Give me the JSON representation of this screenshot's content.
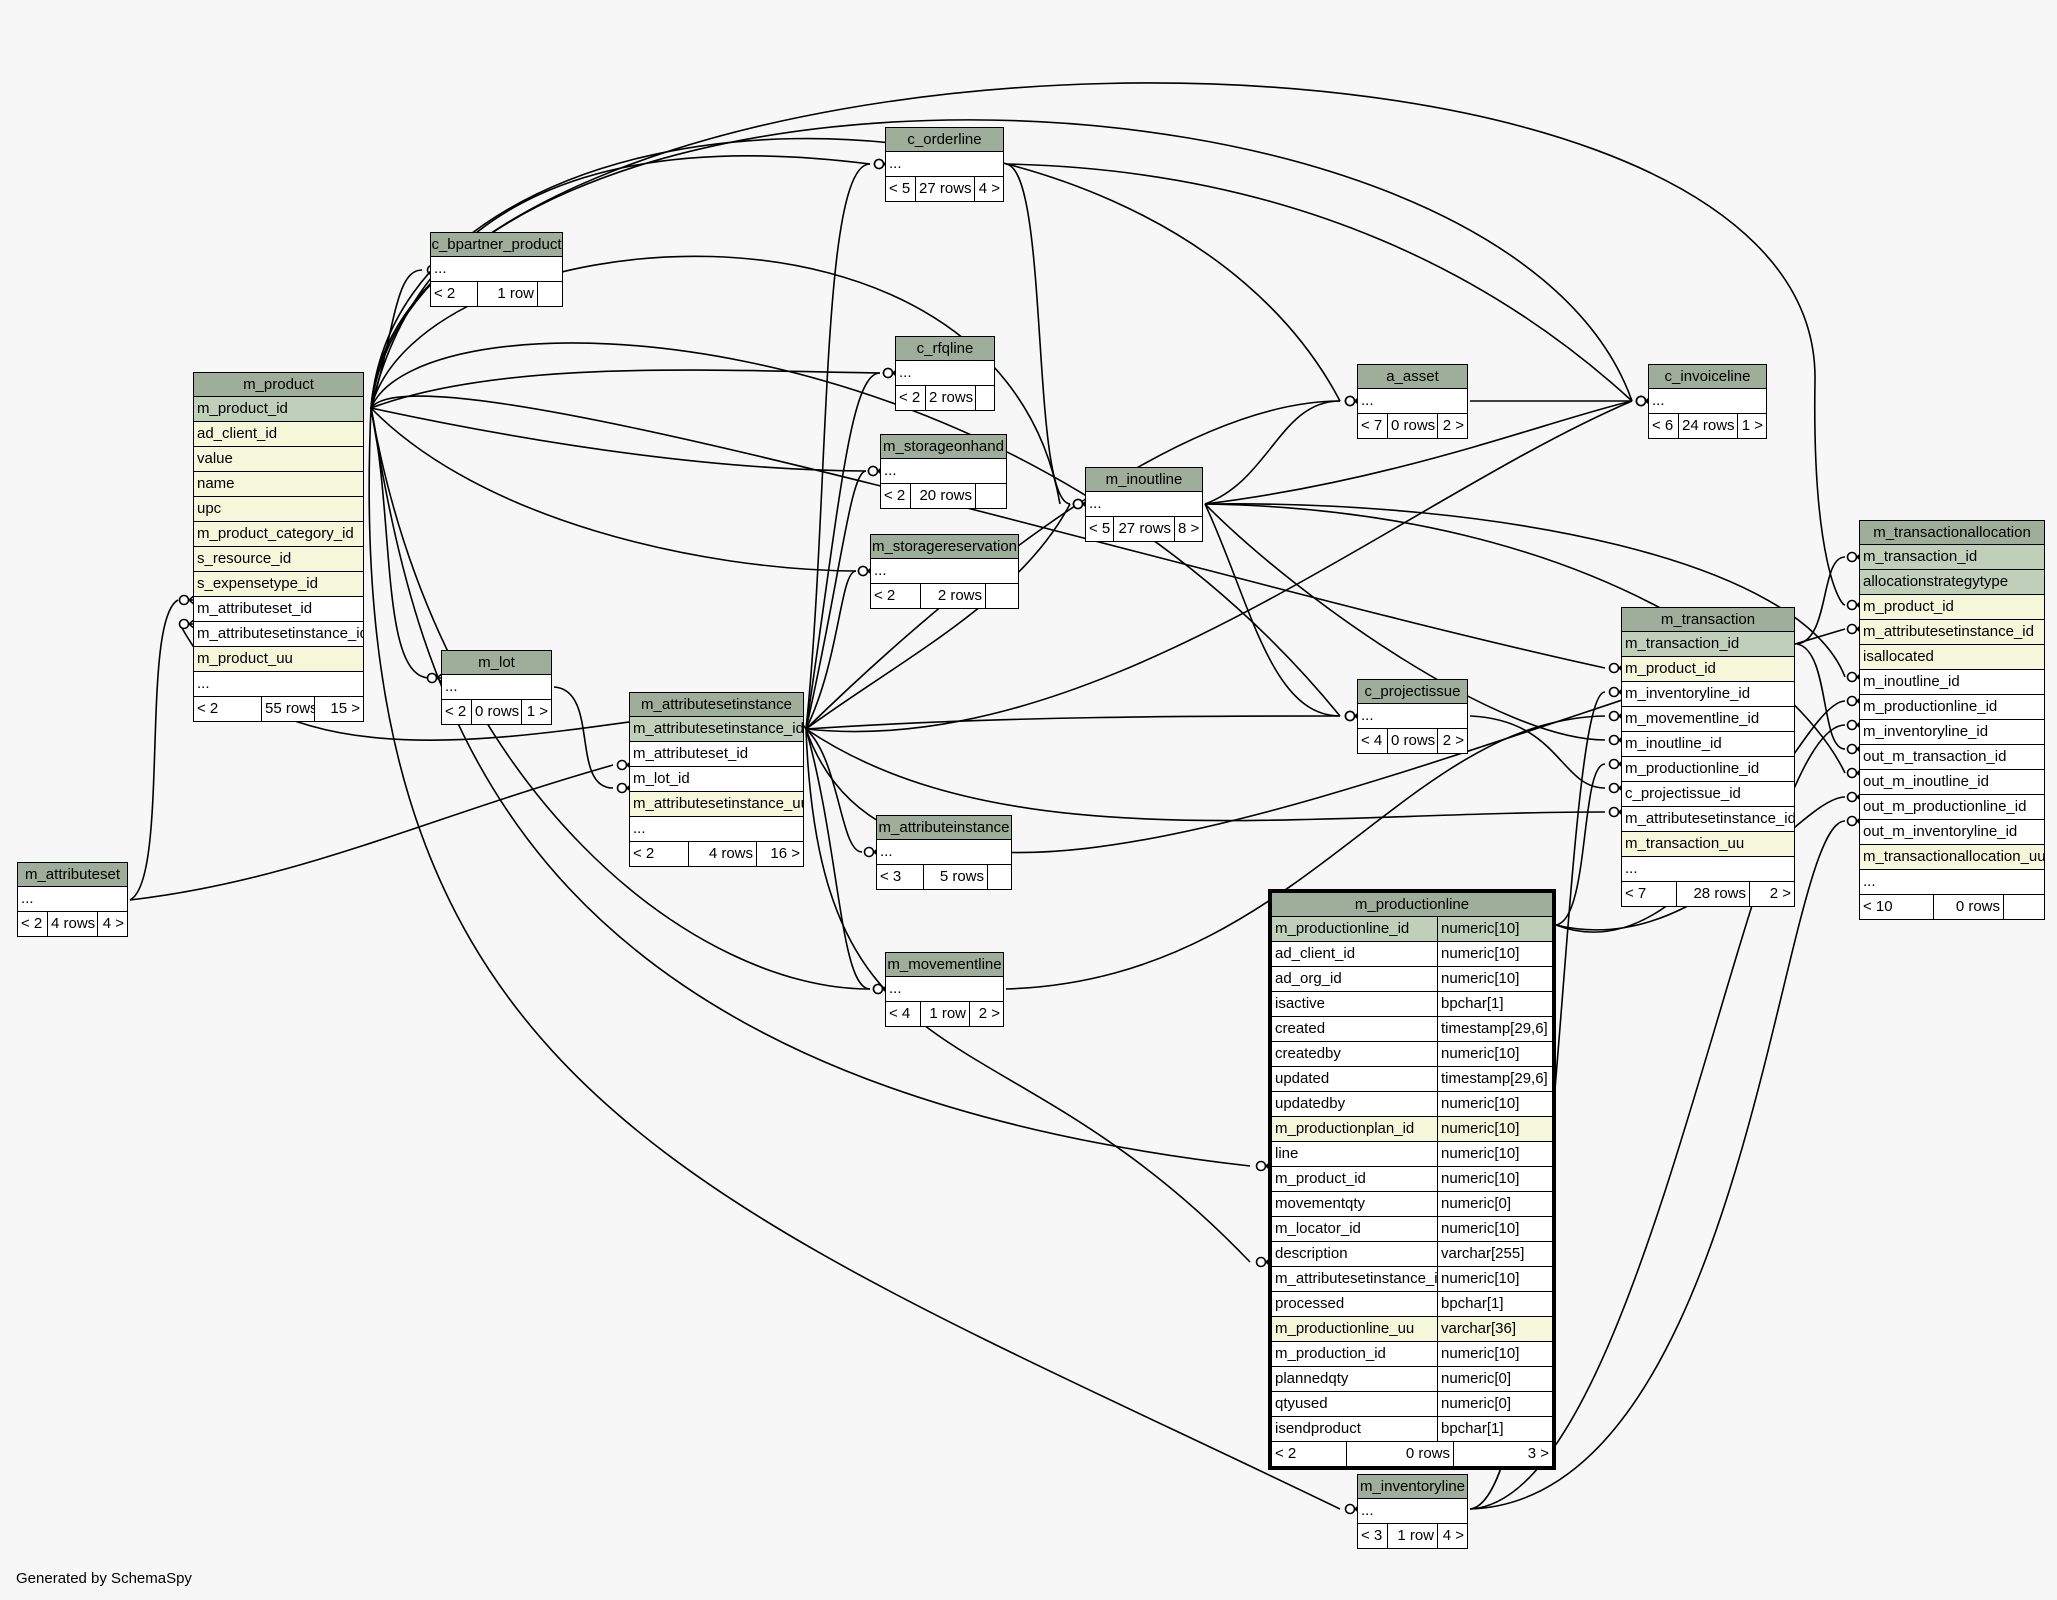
{
  "credit": "Generated by SchemaSpy",
  "tables": {
    "m_product": {
      "name": "m_product",
      "rows": [
        {
          "label": "m_product_id",
          "kind": "pk"
        },
        {
          "label": "ad_client_id",
          "kind": "idx"
        },
        {
          "label": "value",
          "kind": "idx"
        },
        {
          "label": "name",
          "kind": "idx"
        },
        {
          "label": "upc",
          "kind": "idx"
        },
        {
          "label": "m_product_category_id",
          "kind": "idx"
        },
        {
          "label": "s_resource_id",
          "kind": "idx"
        },
        {
          "label": "s_expensetype_id",
          "kind": "idx"
        },
        {
          "label": "m_attributeset_id",
          "kind": ""
        },
        {
          "label": "m_attributesetinstance_id",
          "kind": ""
        },
        {
          "label": "m_product_uu",
          "kind": "idx"
        },
        {
          "label": "...",
          "kind": ""
        }
      ],
      "footer": {
        "left": "< 2",
        "mid": "55 rows",
        "right": "15 >"
      }
    },
    "m_attributeset": {
      "name": "m_attributeset",
      "rows": [
        {
          "label": "...",
          "kind": ""
        }
      ],
      "footer": {
        "left": "< 2",
        "mid": "4 rows",
        "right": "4 >"
      }
    },
    "c_bpartner_product": {
      "name": "c_bpartner_product",
      "rows": [
        {
          "label": "...",
          "kind": ""
        }
      ],
      "footer": {
        "left": "< 2",
        "mid": "1 row",
        "right": ""
      }
    },
    "m_lot": {
      "name": "m_lot",
      "rows": [
        {
          "label": "...",
          "kind": ""
        }
      ],
      "footer": {
        "left": "< 2",
        "mid": "0 rows",
        "right": "1 >"
      }
    },
    "m_attributesetinstance": {
      "name": "m_attributesetinstance",
      "rows": [
        {
          "label": "m_attributesetinstance_id",
          "kind": "pk"
        },
        {
          "label": "m_attributeset_id",
          "kind": ""
        },
        {
          "label": "m_lot_id",
          "kind": ""
        },
        {
          "label": "m_attributesetinstance_uu",
          "kind": "idx"
        },
        {
          "label": "...",
          "kind": ""
        }
      ],
      "footer": {
        "left": "< 2",
        "mid": "4 rows",
        "right": "16 >"
      }
    },
    "c_orderline": {
      "name": "c_orderline",
      "rows": [
        {
          "label": "...",
          "kind": ""
        }
      ],
      "footer": {
        "left": "< 5",
        "mid": "27 rows",
        "right": "4 >"
      }
    },
    "c_rfqline": {
      "name": "c_rfqline",
      "rows": [
        {
          "label": "...",
          "kind": ""
        }
      ],
      "footer": {
        "left": "< 2",
        "mid": "2 rows",
        "right": ""
      }
    },
    "m_storageonhand": {
      "name": "m_storageonhand",
      "rows": [
        {
          "label": "...",
          "kind": ""
        }
      ],
      "footer": {
        "left": "< 2",
        "mid": "20 rows",
        "right": ""
      }
    },
    "m_storagereservation": {
      "name": "m_storagereservation",
      "rows": [
        {
          "label": "...",
          "kind": ""
        }
      ],
      "footer": {
        "left": "< 2",
        "mid": "2 rows",
        "right": ""
      }
    },
    "m_attributeinstance": {
      "name": "m_attributeinstance",
      "rows": [
        {
          "label": "...",
          "kind": ""
        }
      ],
      "footer": {
        "left": "< 3",
        "mid": "5 rows",
        "right": ""
      }
    },
    "m_movementline": {
      "name": "m_movementline",
      "rows": [
        {
          "label": "...",
          "kind": ""
        }
      ],
      "footer": {
        "left": "< 4",
        "mid": "1 row",
        "right": "2 >"
      }
    },
    "m_inoutline": {
      "name": "m_inoutline",
      "rows": [
        {
          "label": "...",
          "kind": ""
        }
      ],
      "footer": {
        "left": "< 5",
        "mid": "27 rows",
        "right": "8 >"
      }
    },
    "a_asset": {
      "name": "a_asset",
      "rows": [
        {
          "label": "...",
          "kind": ""
        }
      ],
      "footer": {
        "left": "< 7",
        "mid": "0 rows",
        "right": "2 >"
      }
    },
    "c_invoiceline": {
      "name": "c_invoiceline",
      "rows": [
        {
          "label": "...",
          "kind": ""
        }
      ],
      "footer": {
        "left": "< 6",
        "mid": "24 rows",
        "right": "1 >"
      }
    },
    "c_projectissue": {
      "name": "c_projectissue",
      "rows": [
        {
          "label": "...",
          "kind": ""
        }
      ],
      "footer": {
        "left": "< 4",
        "mid": "0 rows",
        "right": "2 >"
      }
    },
    "m_transaction": {
      "name": "m_transaction",
      "rows": [
        {
          "label": "m_transaction_id",
          "kind": "pk"
        },
        {
          "label": "m_product_id",
          "kind": "idx"
        },
        {
          "label": "m_inventoryline_id",
          "kind": ""
        },
        {
          "label": "m_movementline_id",
          "kind": ""
        },
        {
          "label": "m_inoutline_id",
          "kind": ""
        },
        {
          "label": "m_productionline_id",
          "kind": ""
        },
        {
          "label": "c_projectissue_id",
          "kind": ""
        },
        {
          "label": "m_attributesetinstance_id",
          "kind": ""
        },
        {
          "label": "m_transaction_uu",
          "kind": "idx"
        },
        {
          "label": "...",
          "kind": ""
        }
      ],
      "footer": {
        "left": "< 7",
        "mid": "28 rows",
        "right": "2 >"
      }
    },
    "m_transactionallocation": {
      "name": "m_transactionallocation",
      "rows": [
        {
          "label": "m_transaction_id",
          "kind": "pk"
        },
        {
          "label": "allocationstrategytype",
          "kind": "pk"
        },
        {
          "label": "m_product_id",
          "kind": "idx"
        },
        {
          "label": "m_attributesetinstance_id",
          "kind": "idx"
        },
        {
          "label": "isallocated",
          "kind": "idx"
        },
        {
          "label": "m_inoutline_id",
          "kind": ""
        },
        {
          "label": "m_productionline_id",
          "kind": ""
        },
        {
          "label": "m_inventoryline_id",
          "kind": ""
        },
        {
          "label": "out_m_transaction_id",
          "kind": ""
        },
        {
          "label": "out_m_inoutline_id",
          "kind": ""
        },
        {
          "label": "out_m_productionline_id",
          "kind": ""
        },
        {
          "label": "out_m_inventoryline_id",
          "kind": ""
        },
        {
          "label": "m_transactionallocation_uu",
          "kind": "idx"
        },
        {
          "label": "...",
          "kind": ""
        }
      ],
      "footer": {
        "left": "< 10",
        "mid": "0 rows",
        "right": ""
      }
    },
    "m_inventoryline": {
      "name": "m_inventoryline",
      "rows": [
        {
          "label": "...",
          "kind": ""
        }
      ],
      "footer": {
        "left": "< 3",
        "mid": "1 row",
        "right": "4 >"
      }
    },
    "m_productionline": {
      "name": "m_productionline",
      "rows": [
        {
          "label": "m_productionline_id",
          "type": "numeric[10]",
          "kind": "pk"
        },
        {
          "label": "ad_client_id",
          "type": "numeric[10]",
          "kind": ""
        },
        {
          "label": "ad_org_id",
          "type": "numeric[10]",
          "kind": ""
        },
        {
          "label": "isactive",
          "type": "bpchar[1]",
          "kind": ""
        },
        {
          "label": "created",
          "type": "timestamp[29,6]",
          "kind": ""
        },
        {
          "label": "createdby",
          "type": "numeric[10]",
          "kind": ""
        },
        {
          "label": "updated",
          "type": "timestamp[29,6]",
          "kind": ""
        },
        {
          "label": "updatedby",
          "type": "numeric[10]",
          "kind": ""
        },
        {
          "label": "m_productionplan_id",
          "type": "numeric[10]",
          "kind": "idx"
        },
        {
          "label": "line",
          "type": "numeric[10]",
          "kind": ""
        },
        {
          "label": "m_product_id",
          "type": "numeric[10]",
          "kind": ""
        },
        {
          "label": "movementqty",
          "type": "numeric[0]",
          "kind": ""
        },
        {
          "label": "m_locator_id",
          "type": "numeric[10]",
          "kind": ""
        },
        {
          "label": "description",
          "type": "varchar[255]",
          "kind": ""
        },
        {
          "label": "m_attributesetinstance_id",
          "type": "numeric[10]",
          "kind": ""
        },
        {
          "label": "processed",
          "type": "bpchar[1]",
          "kind": ""
        },
        {
          "label": "m_productionline_uu",
          "type": "varchar[36]",
          "kind": "idx"
        },
        {
          "label": "m_production_id",
          "type": "numeric[10]",
          "kind": ""
        },
        {
          "label": "plannedqty",
          "type": "numeric[0]",
          "kind": ""
        },
        {
          "label": "qtyused",
          "type": "numeric[0]",
          "kind": ""
        },
        {
          "label": "isendproduct",
          "type": "bpchar[1]",
          "kind": ""
        }
      ],
      "footer": {
        "left": "< 2",
        "mid": "0 rows",
        "right": "3 >"
      }
    }
  }
}
